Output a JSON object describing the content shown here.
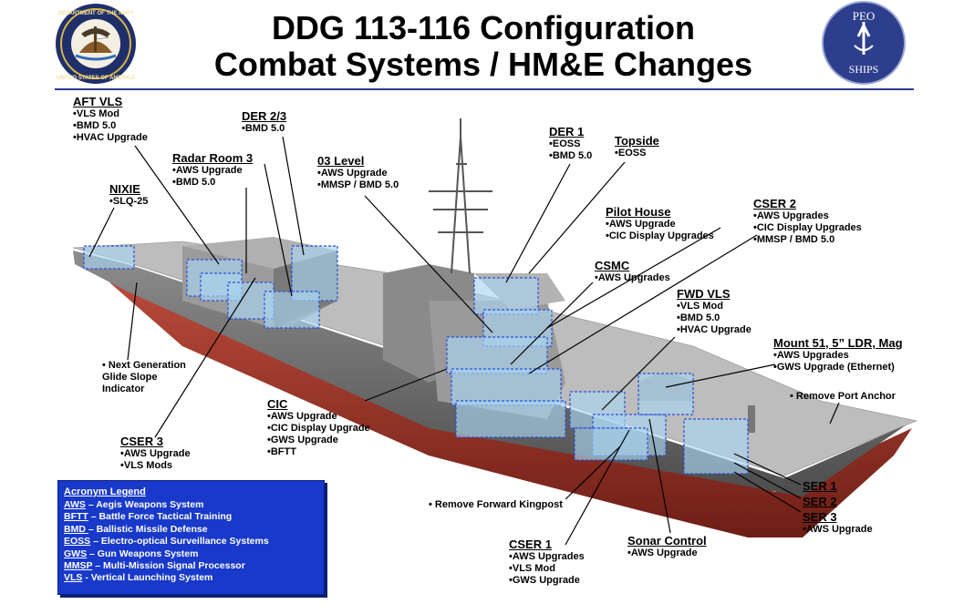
{
  "title": {
    "line1": "DDG 113-116 Configuration",
    "line2": "Combat Systems / HM&E Changes"
  },
  "logos": {
    "navy_seal": {
      "icon": "department-of-the-navy-seal",
      "text": "DEPARTMENT OF THE NAVY · UNITED STATES OF AMERICA"
    },
    "peo_ships": {
      "icon": "peo-ships-logo",
      "top": "PEO",
      "bottom": "SHIPS"
    }
  },
  "callouts": {
    "aft_vls": {
      "title": "AFT VLS",
      "items": [
        "VLS Mod",
        "BMD 5.0",
        "HVAC Upgrade"
      ]
    },
    "der23": {
      "title": "DER 2/3",
      "items": [
        "BMD 5.0"
      ]
    },
    "radar_room3": {
      "title": "Radar Room 3",
      "items": [
        "AWS Upgrade",
        "BMD 5.0"
      ]
    },
    "nixie": {
      "title": "NIXIE",
      "items": [
        "SLQ-25"
      ]
    },
    "level03": {
      "title": "03 Level",
      "items": [
        "AWS Upgrade",
        "MMSP / BMD 5.0"
      ]
    },
    "der1": {
      "title": "DER 1",
      "items": [
        "EOSS",
        "BMD 5.0"
      ]
    },
    "topside": {
      "title": "Topside",
      "items": [
        "EOSS"
      ]
    },
    "pilot_house": {
      "title": "Pilot House",
      "items": [
        "AWS Upgrade",
        "CIC Display Upgrades"
      ]
    },
    "cser2": {
      "title": "CSER 2",
      "items": [
        "AWS Upgrades",
        "CIC Display Upgrades",
        "MMSP / BMD 5.0"
      ]
    },
    "csmc": {
      "title": "CSMC",
      "items": [
        "AWS Upgrades"
      ]
    },
    "fwd_vls": {
      "title": "FWD VLS",
      "items": [
        "VLS Mod",
        "BMD 5.0",
        "HVAC Upgrade"
      ]
    },
    "mount51": {
      "title": "Mount 51, 5” LDR, Mag",
      "items": [
        "AWS Upgrades",
        "GWS Upgrade (Ethernet)"
      ]
    },
    "cic": {
      "title": "CIC",
      "items": [
        "AWS Upgrade",
        "CIC Display Upgrade",
        "GWS Upgrade",
        "BFTT"
      ]
    },
    "cser3": {
      "title": "CSER 3",
      "items": [
        "AWS Upgrade",
        "VLS Mods"
      ]
    },
    "cser1": {
      "title": "CSER 1",
      "items": [
        "AWS Upgrades",
        "VLS Mod",
        "GWS Upgrade"
      ]
    },
    "sonar_control": {
      "title": "Sonar Control",
      "items": [
        "AWS Upgrade"
      ]
    },
    "ser": {
      "titles": [
        "SER 1",
        "SER 2",
        "SER 3"
      ],
      "items": [
        "AWS Upgrade"
      ]
    }
  },
  "notes": {
    "glide_slope": [
      "Next Generation",
      "Glide Slope",
      "Indicator"
    ],
    "port_anchor": "Remove Port Anchor",
    "kingpost": "Remove Forward Kingpost"
  },
  "legend": {
    "title": "Acronym Legend",
    "entries": [
      {
        "abbr": "AWS",
        "def": "Aegis Weapons System"
      },
      {
        "abbr": "BFTT",
        "def": "Battle Force Tactical Training"
      },
      {
        "abbr": "BMD ",
        "def": "Ballistic Missile Defense"
      },
      {
        "abbr": "EOSS",
        "def": "Electro-optical Surveillance Systems"
      },
      {
        "abbr": "GWS",
        "def": "Gun Weapons System"
      },
      {
        "abbr": "MMSP",
        "def": "Multi-Mission Signal Processor"
      },
      {
        "abbr": "VLS",
        "def": "Vertical Launching System"
      }
    ]
  },
  "colors": {
    "accent": "#2d3e8c",
    "legend_bg": "#1839c9",
    "hull_red": "#a23a2e",
    "hull_gray": "#6f6f6f",
    "space_fill": "#a9d4f0",
    "space_stroke": "#2b4fd8"
  }
}
